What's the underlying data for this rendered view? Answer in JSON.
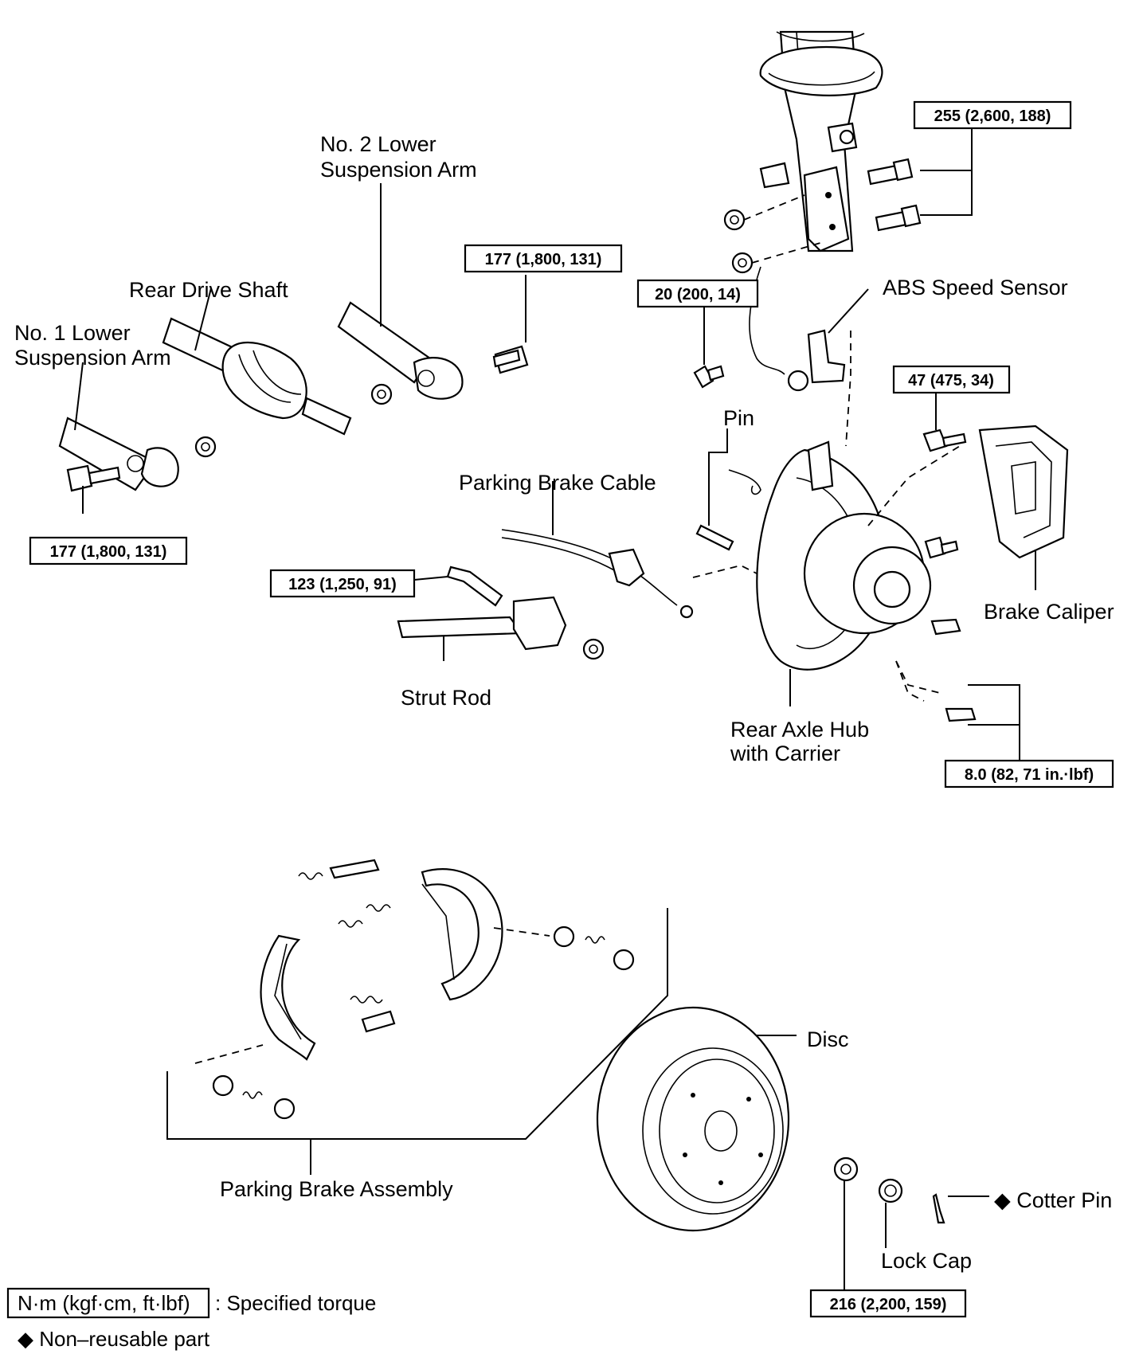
{
  "labels": {
    "no2_lower_arm": [
      "No. 2 Lower",
      "Suspension Arm"
    ],
    "rear_drive_shaft": "Rear Drive Shaft",
    "no1_lower_arm": [
      "No. 1 Lower",
      "Suspension Arm"
    ],
    "abs_speed_sensor": "ABS Speed Sensor",
    "pin": "Pin",
    "parking_brake_cable": "Parking Brake Cable",
    "brake_caliper": "Brake Caliper",
    "strut_rod": "Strut Rod",
    "rear_axle_hub": [
      "Rear Axle Hub",
      "with Carrier"
    ],
    "disc": "Disc",
    "parking_brake_assembly": "Parking Brake Assembly",
    "cotter_pin": "◆ Cotter Pin",
    "lock_cap": "Lock Cap"
  },
  "torques": {
    "t255": "255 (2,600, 188)",
    "t177_top": "177 (1,800, 131)",
    "t20": "20 (200, 14)",
    "t47": "47 (475, 34)",
    "t177_left": "177 (1,800, 131)",
    "t123": "123 (1,250, 91)",
    "t8": "8.0 (82, 71 in.·lbf)",
    "t216": "216 (2,200, 159)"
  },
  "legend": {
    "unit_box": "N·m (kgf·cm, ft·lbf)",
    "unit_desc": ":  Specified torque",
    "nonreusable": "◆ Non–reusable part"
  }
}
